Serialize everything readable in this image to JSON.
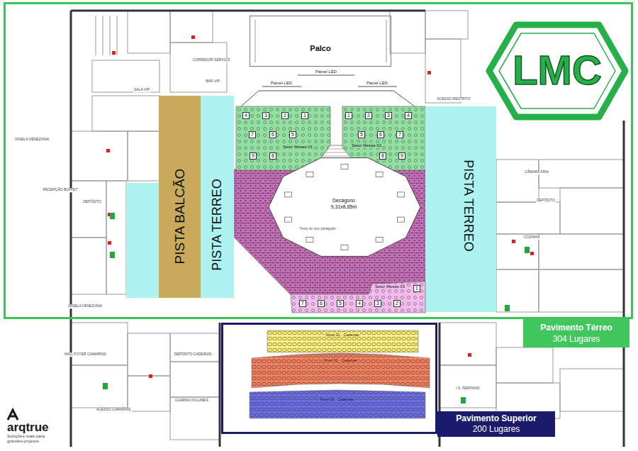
{
  "diagram": {
    "nodes": [
      {
        "text": [
          "Pavimento Térreo",
          "304 Lugares"
        ]
      },
      {
        "text": [
          "LMC"
        ],
        "in": 0
      },
      {
        "text": [
          "PISTA BALCÃO"
        ],
        "in": 0
      },
      {
        "text": [
          "PISTA TERREO"
        ],
        "in": 0
      },
      {
        "text": [
          "Palco"
        ],
        "in": 0
      },
      {
        "text": [
          "Setor Mesas 01"
        ],
        "in": 0
      },
      {
        "text": [
          "Setor Mesas 02"
        ],
        "in": 0
      },
      {
        "text": [
          "Decágono",
          "9,31x8,85m",
          "Texto do seu parágrafo"
        ],
        "in": 0
      },
      {
        "text": [
          "PISTA TERREO"
        ],
        "in": 0
      },
      {
        "text": [
          "Setor Mesas 03"
        ],
        "in": 0
      },
      {
        "text": [
          "Pavimento Superior",
          "200 Lugares"
        ]
      },
      {
        "text": [
          "Nível 01 - Cadeiras"
        ],
        "in": 10
      },
      {
        "text": [
          "Nível 02 - Cadeiras"
        ],
        "in": 10
      },
      {
        "text": [
          "Nível 03 - Cadeiras"
        ],
        "in": 10
      }
    ],
    "labels": [
      "4",
      "3",
      "2",
      "1",
      "7",
      "6",
      "5",
      "9",
      "8",
      "1",
      "2",
      "3",
      "4",
      "5",
      "6",
      "7",
      "8",
      "9",
      "1",
      "7",
      "6",
      "5",
      "4",
      "3",
      "2",
      "Painel LED",
      "Painel LED",
      "Painel LED",
      "CORREDOR SERVIÇO",
      "BAR VIP",
      "SALA VIP",
      "JANELA VENEZIANA",
      "RECEPÇÃO BUFFET",
      "DEPÓSITO",
      "JANELA VENEZIANA",
      "ACESSO RESTRITO",
      "CÂMARA FRIA",
      "DEPÓSITO",
      "COZINHA",
      "HALL FOYER CAMARINS",
      "DEPÓSITO CADEIRAS",
      "GUARDA VOLUMES",
      "ACESSO CAMARINS",
      "I.S. FEMININO",
      "arqtrue",
      "Soluções reais para grandes projetos"
    ]
  }
}
